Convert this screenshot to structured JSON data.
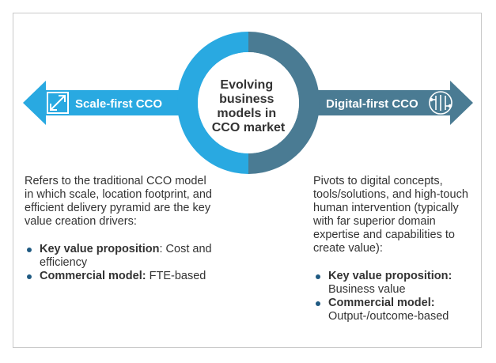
{
  "center": {
    "lines": [
      "Evolving",
      "business",
      "models in",
      "CCO market"
    ]
  },
  "left": {
    "title": "Scale-first CCO",
    "icon": "scale-expand-icon",
    "color": "#29a9e1",
    "description": "Refers to the traditional CCO model in which scale, location footprint, and efficient delivery pyramid are the key value creation drivers:",
    "bullets": [
      {
        "label": "Key value proposition",
        "sep": ": ",
        "text": "Cost and efficiency"
      },
      {
        "label": "Commercial model:",
        "sep": " ",
        "text": "FTE-based"
      }
    ]
  },
  "right": {
    "title": "Digital-first CCO",
    "icon": "circuit-brain-icon",
    "color": "#4a7b93",
    "description": "Pivots to digital concepts, tools/solutions, and high-touch human intervention (typically with far superior domain expertise and capabilities to create value):",
    "bullets": [
      {
        "label": "Key value proposition:",
        "sep": " ",
        "text": "Business value"
      },
      {
        "label": "Commercial model:",
        "sep": " ",
        "text": "Output-/outcome-based"
      }
    ]
  }
}
